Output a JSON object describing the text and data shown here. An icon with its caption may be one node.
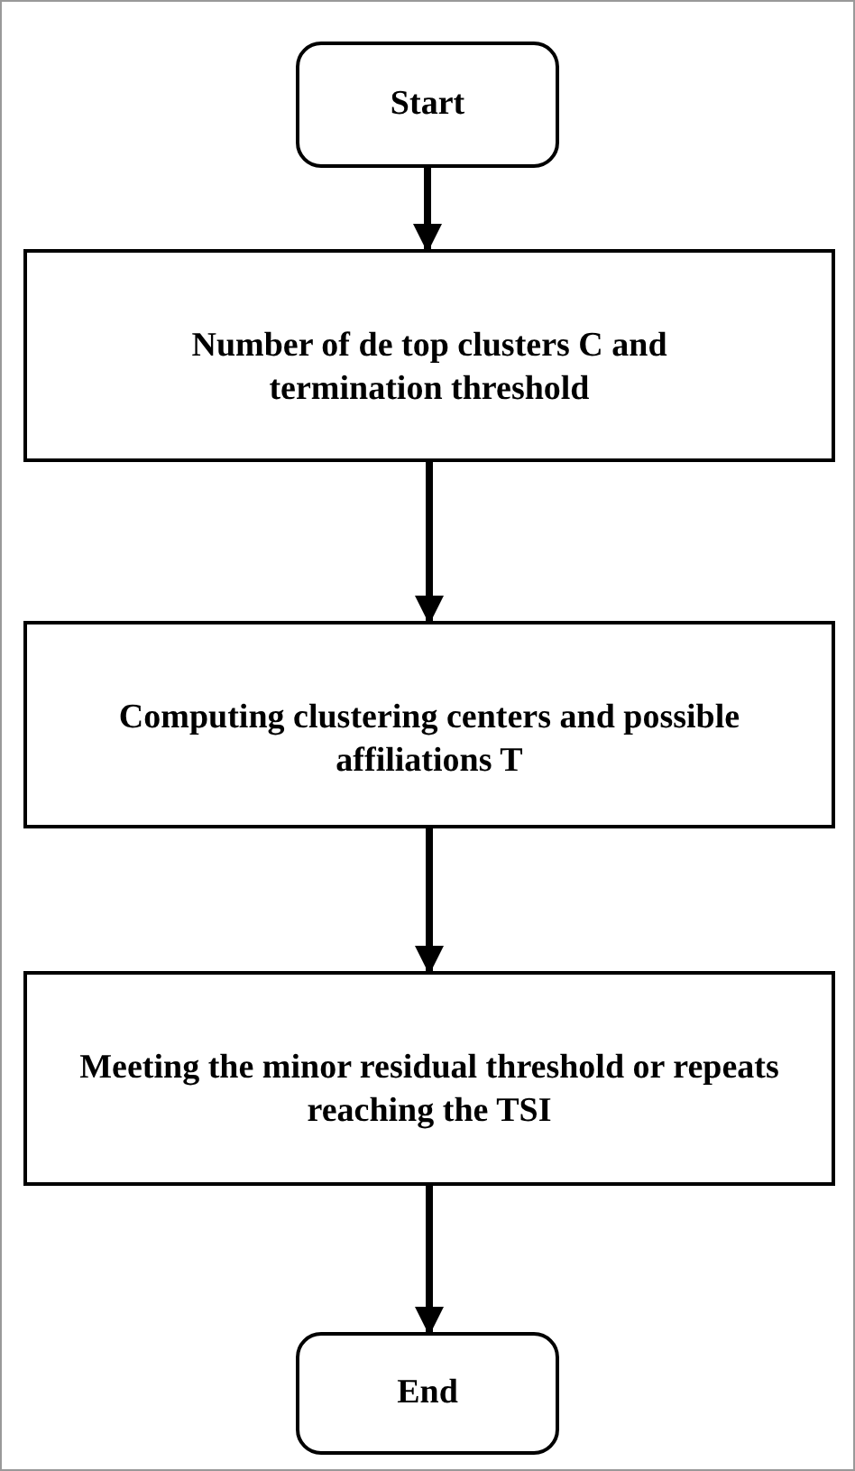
{
  "diagram": {
    "nodes": [
      {
        "text": [
          "Start"
        ]
      },
      {
        "text": [
          "Number of de top clusters C and termination threshold"
        ]
      },
      {
        "text": [
          "Computing clustering centers and possible affiliations T"
        ]
      },
      {
        "text": [
          "Meeting the minor residual threshold or repeats reaching the TSI"
        ]
      },
      {
        "text": [
          "End"
        ]
      }
    ],
    "edges": [
      {
        "from": 0,
        "to": 1,
        "arrow": "to"
      },
      {
        "from": 1,
        "to": 2,
        "arrow": "to"
      },
      {
        "from": 2,
        "to": 3,
        "arrow": "to"
      },
      {
        "from": 3,
        "to": 4,
        "arrow": "to"
      }
    ]
  }
}
